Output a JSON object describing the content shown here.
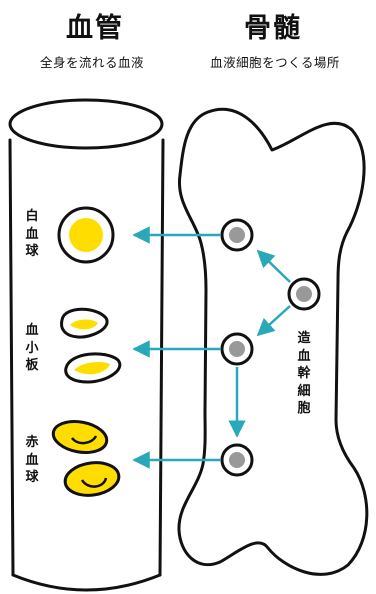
{
  "vessel": {
    "title": "血管",
    "subtitle": "全身を流れる血液"
  },
  "marrow": {
    "title": "骨髄",
    "subtitle": "血液細胞をつくる場所"
  },
  "cells": {
    "wbc": {
      "label": "白血球",
      "color": "#ffdd00"
    },
    "platelet": {
      "label": "血小板",
      "color": "#ffdd00"
    },
    "rbc": {
      "label": "赤血球",
      "color": "#ffdd00"
    },
    "stem": {
      "label": "造血幹細胞",
      "color": "#999999"
    }
  },
  "colors": {
    "arrow": "#29a8b9",
    "outline": "#111111"
  }
}
